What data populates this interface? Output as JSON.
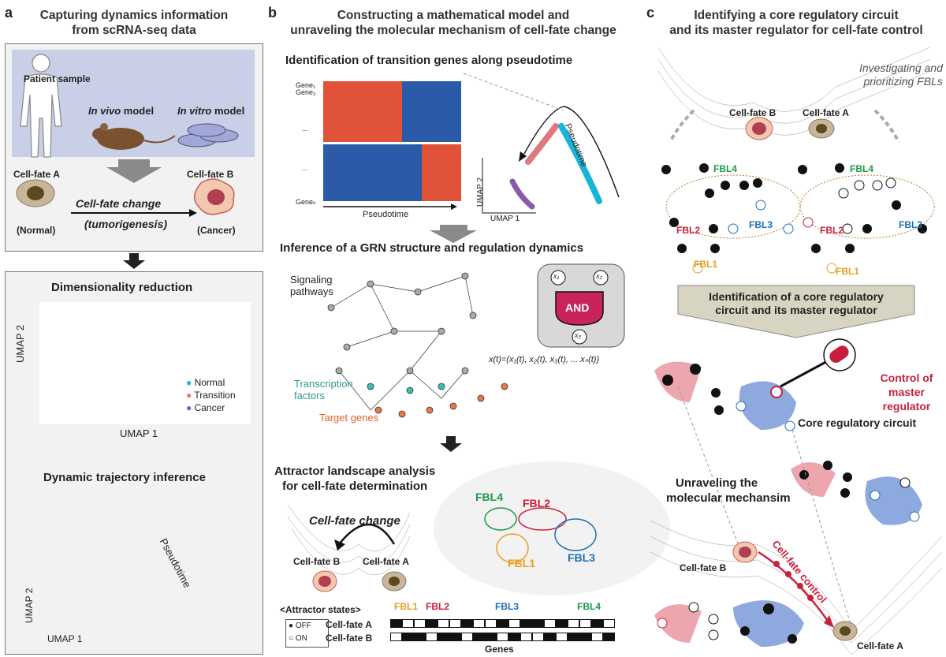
{
  "panels": {
    "a": {
      "letter": "a",
      "title_line1": "Capturing dynamics information",
      "title_line2": "from scRNA-seq data",
      "patient_sample": "Patient sample",
      "in_vivo": "In vivo",
      "in_vivo_suffix": " model",
      "in_vitro": "In vitro",
      "in_vitro_suffix": " model",
      "cell_fate_a": "Cell-fate A",
      "cell_fate_b": "Cell-fate B",
      "normal": "(Normal)",
      "cancer": "(Cancer)",
      "change_line1": "Cell-fate change",
      "change_line2": "(tumorigenesis)",
      "dimred": "Dimensionality reduction",
      "umap2": "UMAP 2",
      "umap1": "UMAP 1",
      "legend": [
        "Normal",
        "Transition",
        "Cancer"
      ],
      "legend_colors": [
        "#1ab4d8",
        "#e07880",
        "#8a5aa8"
      ],
      "trajectory": "Dynamic trajectory inference",
      "pseudotime": "Pseudotime"
    },
    "b": {
      "letter": "b",
      "title_line1": "Constructing a mathematical model and",
      "title_line2": "unraveling the molecular mechanism of cell-fate change",
      "transition_title": "Identification of transition genes along pseudotime",
      "gene1": "Gene₁",
      "gene2": "Gene₂",
      "genen": "Geneₙ",
      "dots": "...",
      "pseudotime": "Pseudotime",
      "umap2": "UMAP 2",
      "umap1": "UMAP 1",
      "pseudotime_curve": "Pseudotime",
      "grn_title": "Inference of a GRN structure and regulation dynamics",
      "signaling_line1": "Signaling",
      "signaling_line2": "pathways",
      "tf_line1": "Transcription",
      "tf_line2": "factors",
      "target_genes": "Target genes",
      "and_label": "AND",
      "x1": "x₁",
      "x2": "x₂",
      "x3": "x₃",
      "state_eq": "x(t)=(x₁(t), x₂(t), x₃(t), ... xₙ(t))",
      "attractor_line1": "Attractor landscape analysis",
      "attractor_line2": "for cell-fate determination",
      "cell_fate_change": "Cell-fate change",
      "cell_fate_b": "Cell-fate B",
      "cell_fate_a": "Cell-fate A",
      "fbl_labels": [
        "FBL4",
        "FBL2",
        "FBL1",
        "FBL3"
      ],
      "attractor_states": "<Attractor states>",
      "off": "OFF",
      "on": "ON",
      "row_a": "Cell-fate A",
      "row_b": "Cell-fate B",
      "genes": "Genes",
      "fbl_bar_labels": [
        "FBL1",
        "FBL2",
        "FBL3",
        "FBL4"
      ],
      "fbl_colors": {
        "FBL1": "#e8a020",
        "FBL2": "#c8203c",
        "FBL3": "#1e6fb8",
        "FBL4": "#1a9a48"
      },
      "states_a": [
        0,
        1,
        1,
        0,
        1,
        1,
        0,
        1,
        1,
        0,
        1,
        0,
        0,
        1,
        0,
        1,
        1,
        0,
        1
      ],
      "states_b": [
        1,
        0,
        0,
        1,
        0,
        0,
        1,
        0,
        0,
        1,
        0,
        1,
        1,
        0,
        1,
        0,
        0,
        1,
        0
      ]
    },
    "c": {
      "letter": "c",
      "title_line1": "Identifying a core regulatory circuit",
      "title_line2": "and its master regulator for cell-fate control",
      "investigating_line1": "Investigating and",
      "investigating_line2": "prioritizing FBLs",
      "cell_fate_b": "Cell-fate B",
      "cell_fate_a": "Cell-fate A",
      "fbl4": "FBL4",
      "fbl2": "FBL2",
      "fbl3": "FBL3",
      "fbl1": "FBL1",
      "identification_line1": "Identification of a core regulatory",
      "identification_line2": "circuit and its master regulator",
      "control_line1": "Control of",
      "control_line2": "master regulator",
      "core_circuit": "Core regulatory circuit",
      "unravel_line1": "Unraveling the",
      "unravel_line2": "molecular mechansim",
      "cell_fate_control": "Cell-fate control",
      "bottom_b": "Cell-fate B",
      "bottom_a": "Cell-fate A"
    }
  }
}
